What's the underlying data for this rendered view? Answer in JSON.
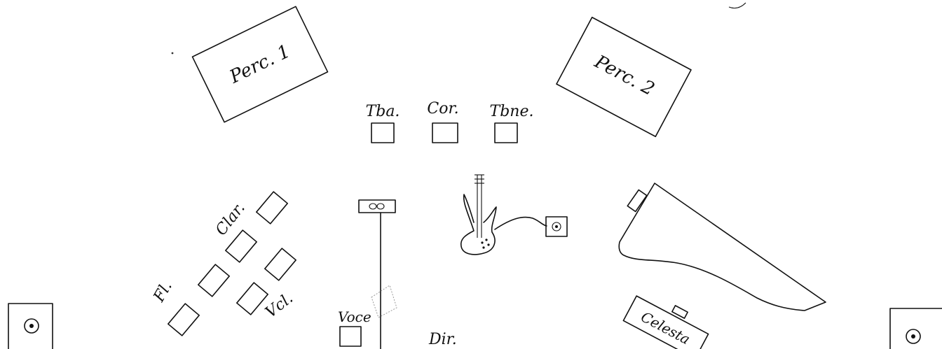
{
  "labels": {
    "perc1": "Perc. 1",
    "perc2": "Perc. 2",
    "tuba": "Tba.",
    "horn": "Cor.",
    "trombone": "Tbne.",
    "clarinet": "Clar.",
    "flute": "Fl.",
    "cello": "Vcl.",
    "voice": "Voce",
    "director": "Dir.",
    "celesta": "Celesta"
  },
  "icons": {
    "microphone": "microphone-icon",
    "electric_guitar": "electric-guitar-icon",
    "amplifier": "amplifier-icon",
    "piano": "grand-piano-icon",
    "speaker": "speaker-icon"
  },
  "colors": {
    "ink": "#111111",
    "paper": "#ffffff"
  }
}
